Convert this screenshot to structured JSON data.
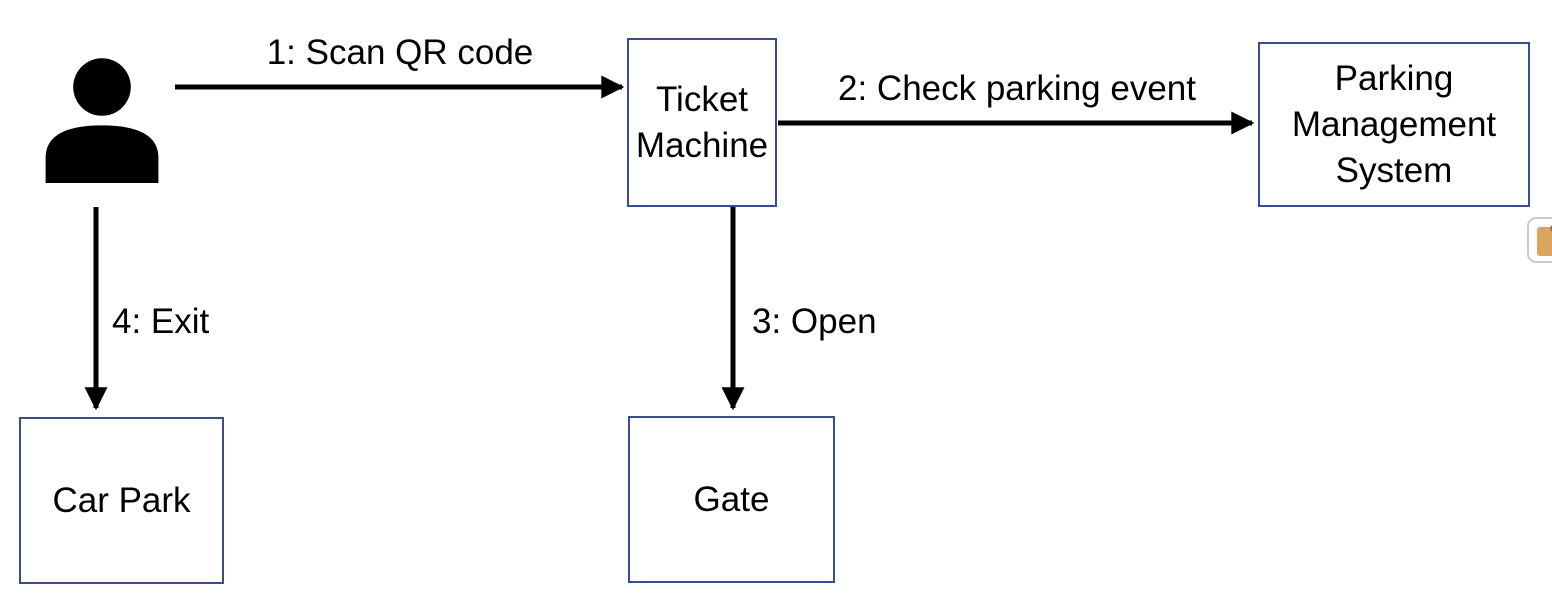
{
  "diagram": {
    "nodes": [
      {
        "id": "ticket-machine",
        "lines": [
          "Ticket",
          "Machine"
        ]
      },
      {
        "id": "parking-management-system",
        "lines": [
          "Parking",
          "Management",
          "System"
        ]
      },
      {
        "id": "car-park",
        "lines": [
          "Car Park"
        ]
      },
      {
        "id": "gate",
        "lines": [
          "Gate"
        ]
      }
    ],
    "edges": [
      {
        "label": "1: Scan QR code",
        "from": "person",
        "to": "ticket-machine"
      },
      {
        "label": "2: Check parking event",
        "from": "ticket-machine",
        "to": "parking-management-system"
      },
      {
        "label": "3: Open",
        "from": "ticket-machine",
        "to": "gate"
      },
      {
        "label": "4: Exit",
        "from": "person",
        "to": "car-park"
      }
    ],
    "actor_icon": "person-icon"
  },
  "comment_button": {
    "icon": "clipboard-icon"
  },
  "colors": {
    "node_border": "#374F8C",
    "arrow": "#000000",
    "text": "#000000",
    "comment_fill": "#D9A55C",
    "comment_border": "#C9C9C9"
  }
}
